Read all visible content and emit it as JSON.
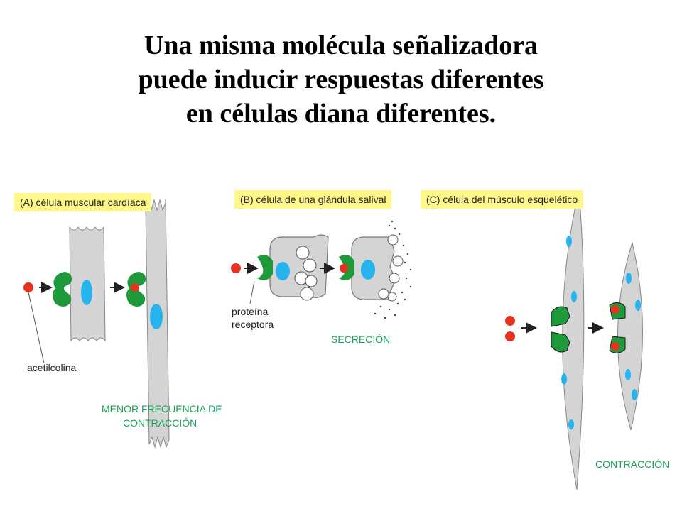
{
  "title": {
    "line1": "Una misma molécula señalizadora",
    "line2": "puede inducir respuestas diferentes",
    "line3": "en células diana diferentes."
  },
  "panels": {
    "a": {
      "label": "(A) célula muscular cardíaca",
      "molecule_label": "acetilcolina",
      "response_line1": "MENOR FRECUENCIA DE",
      "response_line2": "CONTRACCIÓN"
    },
    "b": {
      "label": "(B) célula de una glándula salival",
      "receptor_line1": "proteína",
      "receptor_line2": "receptora",
      "response": "SECRECIÓN"
    },
    "c": {
      "label": "(C) célula del músculo esquelético",
      "response": "CONTRACCIÓN"
    }
  },
  "colors": {
    "ligand": "#e8321e",
    "receptor": "#1f9a3a",
    "nucleus": "#27b4ee",
    "cell": "#d4d4d4",
    "label_bg": "#fff78a",
    "response_text": "#1aa05a"
  }
}
